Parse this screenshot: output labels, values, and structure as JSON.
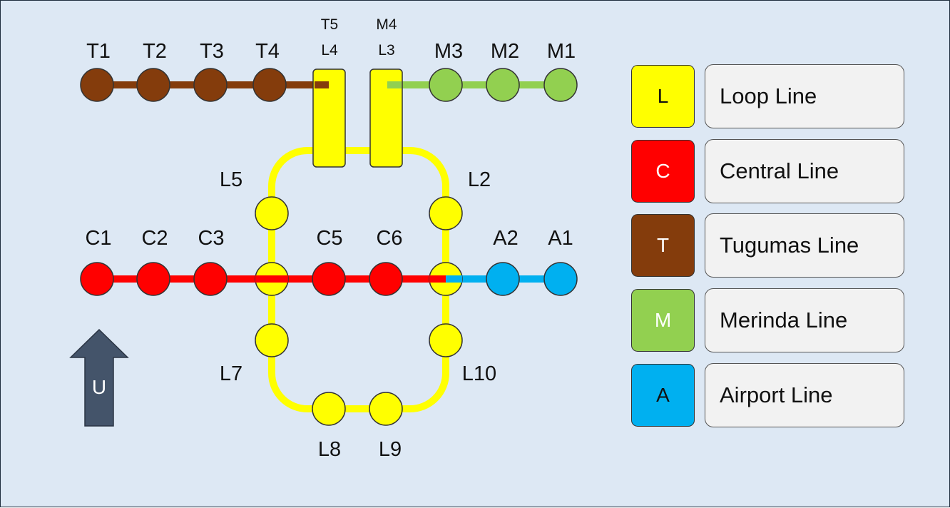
{
  "stations": {
    "T1": "T1",
    "T2": "T2",
    "T3": "T3",
    "T4": "T4",
    "T5": "T5",
    "L4": "L4",
    "M4": "M4",
    "L3": "L3",
    "M3": "M3",
    "M2": "M2",
    "M1": "M1",
    "L5": "L5",
    "L2": "L2",
    "C1": "C1",
    "C2": "C2",
    "C3": "C3",
    "C5": "C5",
    "C6": "C6",
    "A2": "A2",
    "A1": "A1",
    "L7": "L7",
    "L10": "L10",
    "L8": "L8",
    "L9": "L9"
  },
  "direction_arrow": {
    "label": "U",
    "icon": "up-arrow-icon",
    "color": "#44546a"
  },
  "legend": [
    {
      "code": "L",
      "name": "Loop Line",
      "color": "#ffff00",
      "code_color": "#111111"
    },
    {
      "code": "C",
      "name": "Central Line",
      "color": "#ff0000",
      "code_color": "#ffffff"
    },
    {
      "code": "T",
      "name": "Tugumas Line",
      "color": "#843c0c",
      "code_color": "#ffffff"
    },
    {
      "code": "M",
      "name": "Merinda Line",
      "color": "#92d050",
      "code_color": "#ffffff"
    },
    {
      "code": "A",
      "name": "Airport Line",
      "color": "#00b0f0",
      "code_color": "#111111"
    }
  ],
  "line_colors": {
    "loop": "#ffff00",
    "central": "#ff0000",
    "tugumas": "#843c0c",
    "merinda": "#92d050",
    "airport": "#00b0f0"
  }
}
